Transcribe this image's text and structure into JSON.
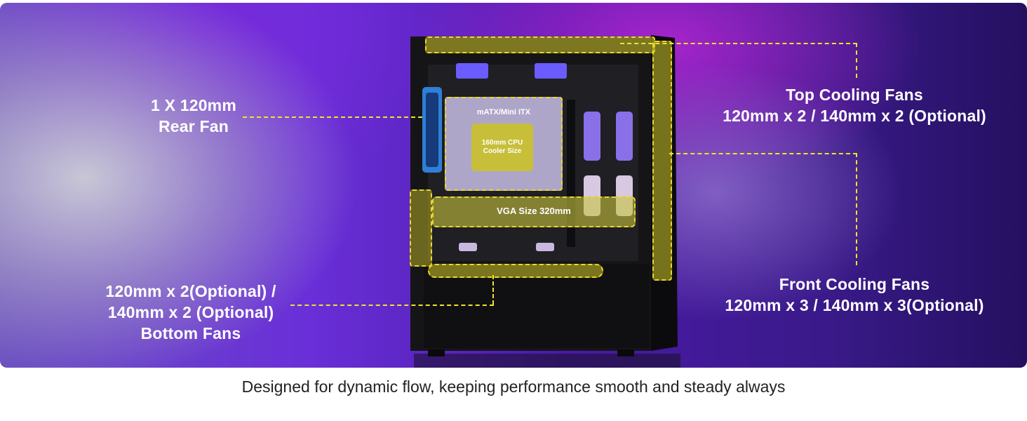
{
  "labels": {
    "rear_fan": {
      "line1": "1 X 120mm",
      "line2": "Rear Fan"
    },
    "top_fans": {
      "line1": "Top Cooling Fans",
      "line2": "120mm x 2 / 140mm x 2 (Optional)"
    },
    "front_fans": {
      "line1": "Front Cooling Fans",
      "line2": "120mm x 3 / 140mm x 3(Optional)"
    },
    "bottom_fans": {
      "line1": "120mm x 2(Optional) /",
      "line2": "140mm x 2 (Optional)",
      "line3": "Bottom Fans"
    }
  },
  "case": {
    "mobo": "mATX/Mini ITX",
    "cpu_line1": "160mm CPU",
    "cpu_line2": "Cooler Size",
    "vga": "VGA Size 320mm"
  },
  "caption": "Designed for dynamic flow, keeping performance smooth and steady always",
  "colors": {
    "highlight": "#e8d92a",
    "accent_purple": "#6a2fd8",
    "fan_blue": "#2f7fd6"
  }
}
